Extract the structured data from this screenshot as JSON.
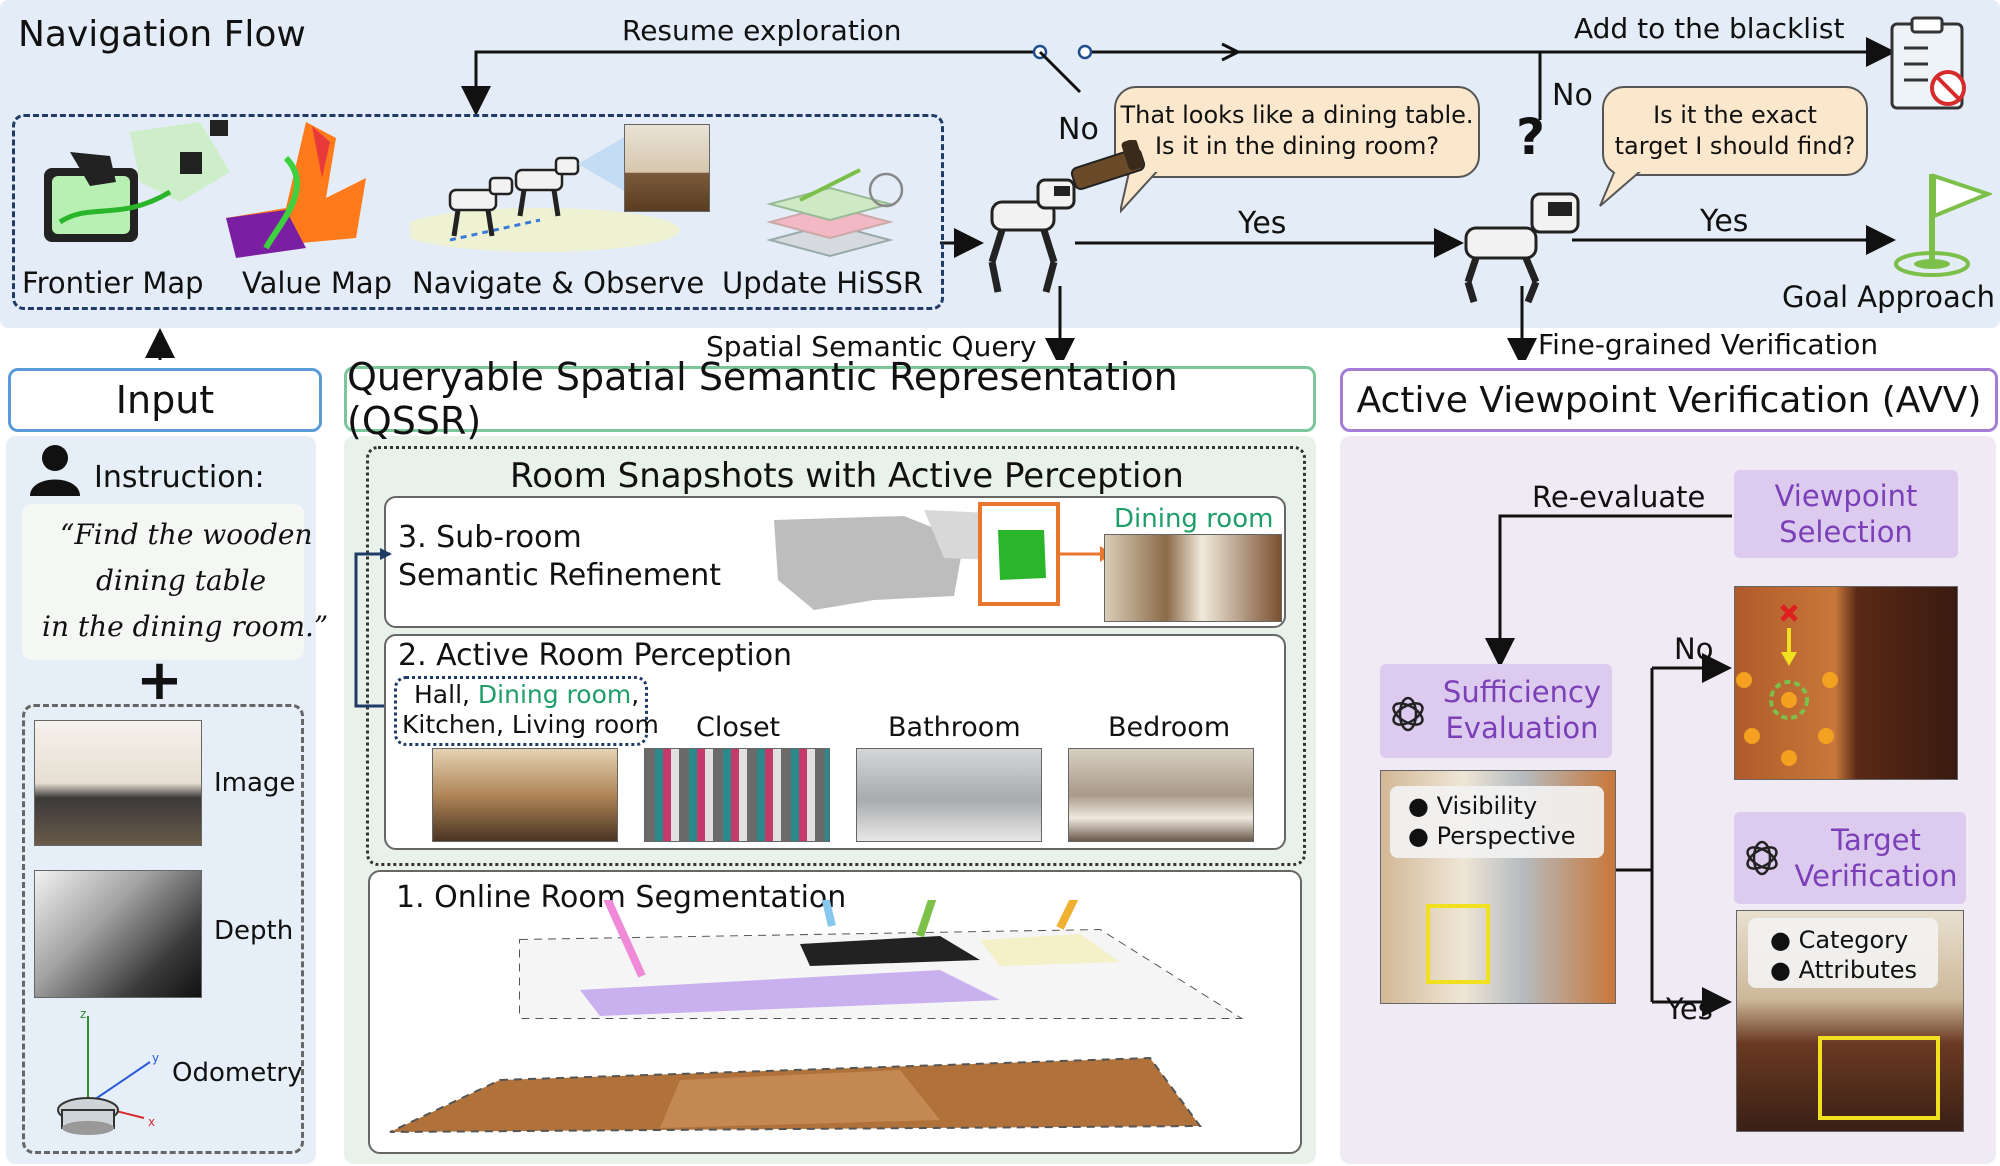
{
  "nav": {
    "title": "Navigation Flow",
    "resume": "Resume exploration",
    "blacklist": "Add to the blacklist",
    "no_left": "No",
    "no_right": "No",
    "yes_left": "Yes",
    "yes_right": "Yes",
    "bubble1_line1": "That looks like a dining table.",
    "bubble1_line2": "Is it in the dining room?",
    "bubble2_line1": "Is it the exact",
    "bubble2_line2": "target I should find?",
    "question_mark": "?",
    "goal": "Goal Approach",
    "spatial_query": "Spatial Semantic Query",
    "fine_grained": "Fine-grained Verification",
    "steps": [
      "Frontier Map",
      "Value Map",
      "Navigate & Observe",
      "Update HiSSR"
    ]
  },
  "input": {
    "title": "Input",
    "instruction_label": "Instruction:",
    "quote_line1": "“Find the wooden",
    "quote_line2": "dining table",
    "quote_line3": "in the dining room.”",
    "plus": "+",
    "image_label": "Image",
    "depth_label": "Depth",
    "odometry_label": "Odometry",
    "axis_z": "z",
    "axis_y": "y",
    "axis_x": "x"
  },
  "qssr": {
    "title": "Queryable Spatial Semantic Representation (QSSR)",
    "snapshots_title": "Room Snapshots with Active Perception",
    "step3_line1": "3. Sub-room",
    "step3_line2": "Semantic Refinement",
    "dining_room_tag": "Dining room",
    "step2_title": "2. Active Room Perception",
    "rooms_hall": "Hall, ",
    "rooms_dining": "Dining room",
    "rooms_comma": ",",
    "rooms_line2": "Kitchen, Living room",
    "closet": "Closet",
    "bathroom": "Bathroom",
    "bedroom": "Bedroom",
    "step1_title": "1. Online Room Segmentation"
  },
  "avv": {
    "title": "Active Viewpoint Verification (AVV)",
    "reevaluate": "Re-evaluate",
    "viewpoint_line1": "Viewpoint",
    "viewpoint_line2": "Selection",
    "sufficiency_line1": "Sufficiency",
    "sufficiency_line2": "Evaluation",
    "bullet_visibility": "Visibility",
    "bullet_perspective": "Perspective",
    "target_line1": "Target",
    "target_line2": "Verification",
    "bullet_category": "Category",
    "bullet_attributes": "Attributes",
    "no": "No",
    "yes": "Yes"
  },
  "colors": {
    "nav_bg": "#e4edf7",
    "input_border": "#5b9bd5",
    "qssr_border": "#7cc79a",
    "avv_border": "#a47ed4",
    "green_text": "#1f9e6a",
    "purple_text": "#7b3fb8",
    "bubble": "#fbe7cc"
  },
  "icons": [
    "robot-dog-icon",
    "telescope-icon",
    "clipboard-blacklist-icon",
    "goal-flag-icon",
    "person-icon",
    "openai-logo-icon",
    "robot-base-icon",
    "layers-icon"
  ]
}
